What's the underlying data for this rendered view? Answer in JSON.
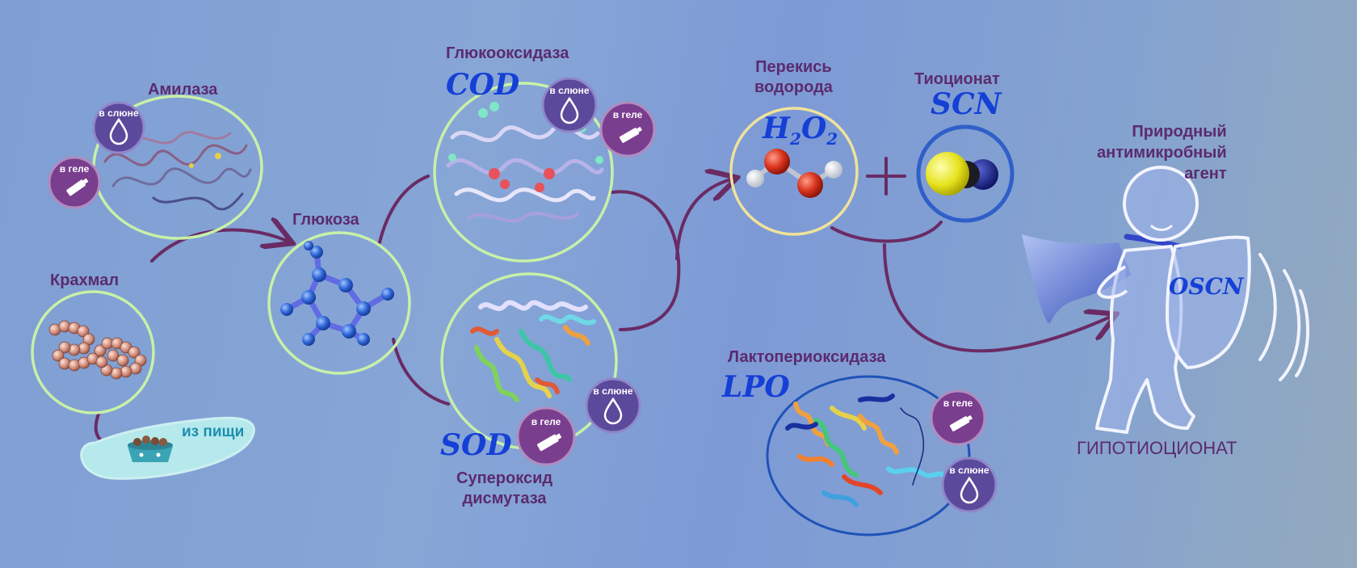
{
  "labels": {
    "amylase": "Амилаза",
    "starch": "Крахмал",
    "glucose": "Глюкоза",
    "glucose_oxidase": "Глюкооксидаза",
    "superoxide_line1": "Супероксид",
    "superoxide_line2": "дисмутаза",
    "peroxide_line1": "Перекись",
    "peroxide_line2": "водорода",
    "thiocyanate": "Тиоционат",
    "lactoperoxidase": "Лактопериоксидаза",
    "natural_line1": "Природный",
    "natural_line2": "антимикробный",
    "natural_line3": "агент",
    "hypothiocyanate": "ГИПОТИОЦИОНАТ",
    "from_food": "из пищи"
  },
  "abbreviations": {
    "cod": "COD",
    "sod": "SOD",
    "scn": "SCN",
    "lpo": "LPO",
    "oscn": "OSCN"
  },
  "formula": {
    "h": "H",
    "sub1": "2",
    "o": "O",
    "sub2": "2"
  },
  "badges": {
    "in_saliva": "в слюне",
    "in_gel": "в геле"
  },
  "colors": {
    "label": "#5b2b6e",
    "abbreviation": "#1540d6",
    "arrow": "#6a2b64",
    "ring_green": "#c8f0a8",
    "ring_yellow": "#efe39a",
    "ring_blue": "#2f5fc9",
    "badge_saliva": "#5b4a9b",
    "badge_gel": "#7a3e8f"
  }
}
